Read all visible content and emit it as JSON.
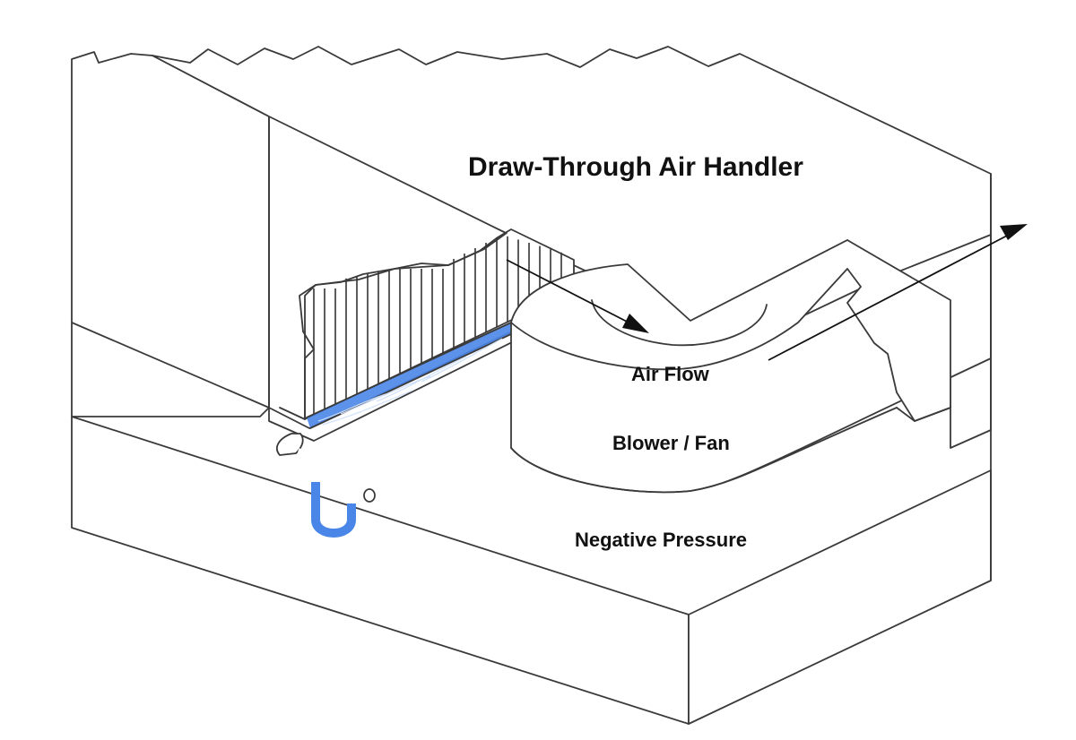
{
  "diagram": {
    "title": "Draw-Through Air Handler",
    "labels": {
      "air_flow": "Air Flow",
      "blower": "Blower / Fan",
      "pressure": "Negative Pressure"
    },
    "components": [
      {
        "name": "cabinet-housing"
      },
      {
        "name": "cooling-coil"
      },
      {
        "name": "condensate-drain-pan"
      },
      {
        "name": "p-trap-drain"
      },
      {
        "name": "blower-fan"
      },
      {
        "name": "airflow-arrow-in"
      },
      {
        "name": "airflow-arrow-out"
      }
    ],
    "colors": {
      "water": "#4a86e8",
      "line": "#3a3a3a",
      "text": "#111111"
    }
  }
}
